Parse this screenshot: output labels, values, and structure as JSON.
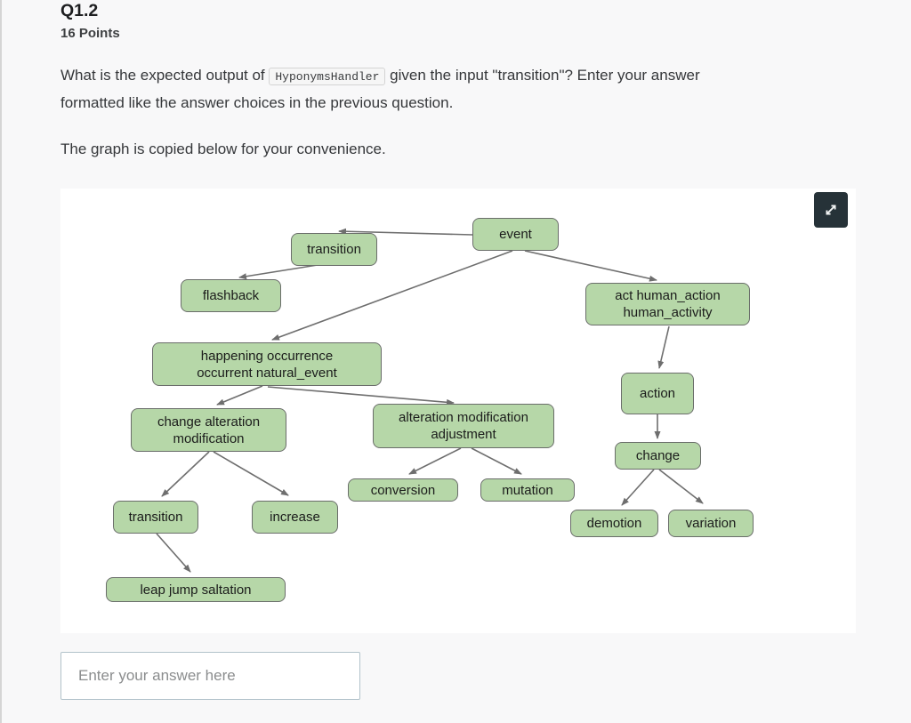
{
  "question": {
    "number": "Q1.2",
    "points": "16 Points",
    "prompt": {
      "before_code": "What is the expected output of ",
      "code": "HyponymsHandler",
      "after_code": " given the input \"transition\"? Enter your answer",
      "line2": "formatted like the answer choices in the previous question."
    },
    "note": "The graph is copied below for your convenience."
  },
  "graph": {
    "type": "directed-graph",
    "colors": {
      "node_fill": "#b6d7a8",
      "node_border": "#6a6d6a",
      "edge": "#6e6e6e",
      "expand_button_bg": "#263238"
    },
    "nodes": [
      {
        "id": "event",
        "label": "event"
      },
      {
        "id": "transition-top",
        "label": "transition"
      },
      {
        "id": "flashback",
        "label": "flashback"
      },
      {
        "id": "act",
        "label": "act human_action human_activity"
      },
      {
        "id": "happening",
        "label": "happening occurrence occurrent natural_event"
      },
      {
        "id": "action",
        "label": "action"
      },
      {
        "id": "change-alteration",
        "label": "change alteration modification"
      },
      {
        "id": "alteration-adjustment",
        "label": "alteration modification adjustment"
      },
      {
        "id": "change",
        "label": "change"
      },
      {
        "id": "conversion",
        "label": "conversion"
      },
      {
        "id": "mutation",
        "label": "mutation"
      },
      {
        "id": "transition-bottom",
        "label": "transition"
      },
      {
        "id": "increase",
        "label": "increase"
      },
      {
        "id": "demotion",
        "label": "demotion"
      },
      {
        "id": "variation",
        "label": "variation"
      },
      {
        "id": "leap",
        "label": "leap jump saltation"
      }
    ],
    "edges": [
      {
        "from": "event",
        "to": "transition-top"
      },
      {
        "from": "transition-top",
        "to": "flashback"
      },
      {
        "from": "event",
        "to": "happening"
      },
      {
        "from": "event",
        "to": "act"
      },
      {
        "from": "act",
        "to": "action"
      },
      {
        "from": "action",
        "to": "change"
      },
      {
        "from": "change",
        "to": "demotion"
      },
      {
        "from": "change",
        "to": "variation"
      },
      {
        "from": "happening",
        "to": "change-alteration"
      },
      {
        "from": "happening",
        "to": "alteration-adjustment"
      },
      {
        "from": "change-alteration",
        "to": "transition-bottom"
      },
      {
        "from": "change-alteration",
        "to": "increase"
      },
      {
        "from": "transition-bottom",
        "to": "leap"
      },
      {
        "from": "alteration-adjustment",
        "to": "conversion"
      },
      {
        "from": "alteration-adjustment",
        "to": "mutation"
      }
    ]
  },
  "answer": {
    "placeholder": "Enter your answer here"
  }
}
